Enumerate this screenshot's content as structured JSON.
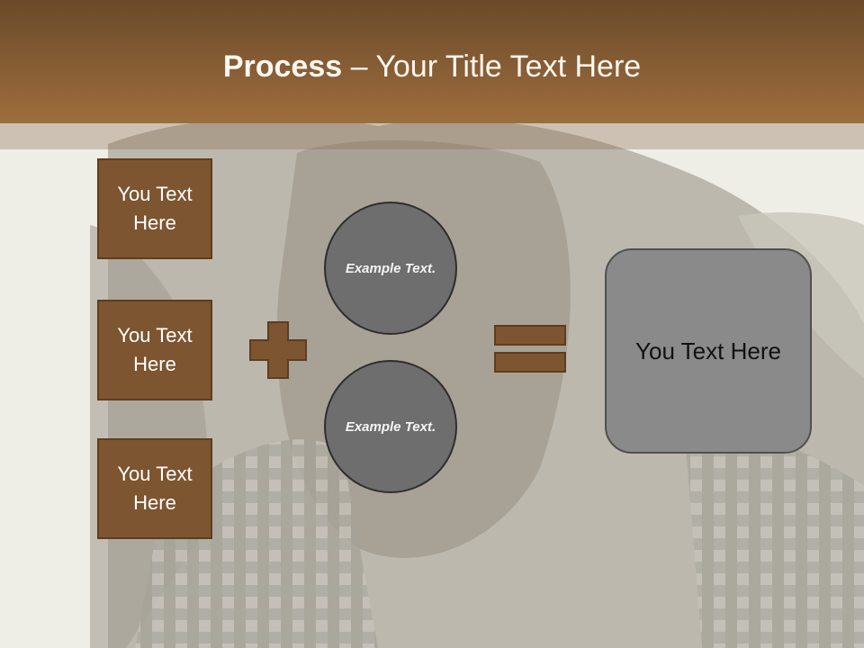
{
  "header": {
    "title_bold": "Process",
    "title_rest": " – Your Title Text Here"
  },
  "inputs": [
    {
      "label": "You Text Here"
    },
    {
      "label": "You Text Here"
    },
    {
      "label": "You Text Here"
    }
  ],
  "circles": [
    {
      "label": "Example Text."
    },
    {
      "label": "Example Text."
    }
  ],
  "result": {
    "label": "You Text Here"
  },
  "colors": {
    "header": "#8a5f35",
    "box_fill": "#7d5530",
    "box_border": "#5e3d1f",
    "circle_fill": "#6e6e6e",
    "result_fill": "#8a8a8a"
  }
}
